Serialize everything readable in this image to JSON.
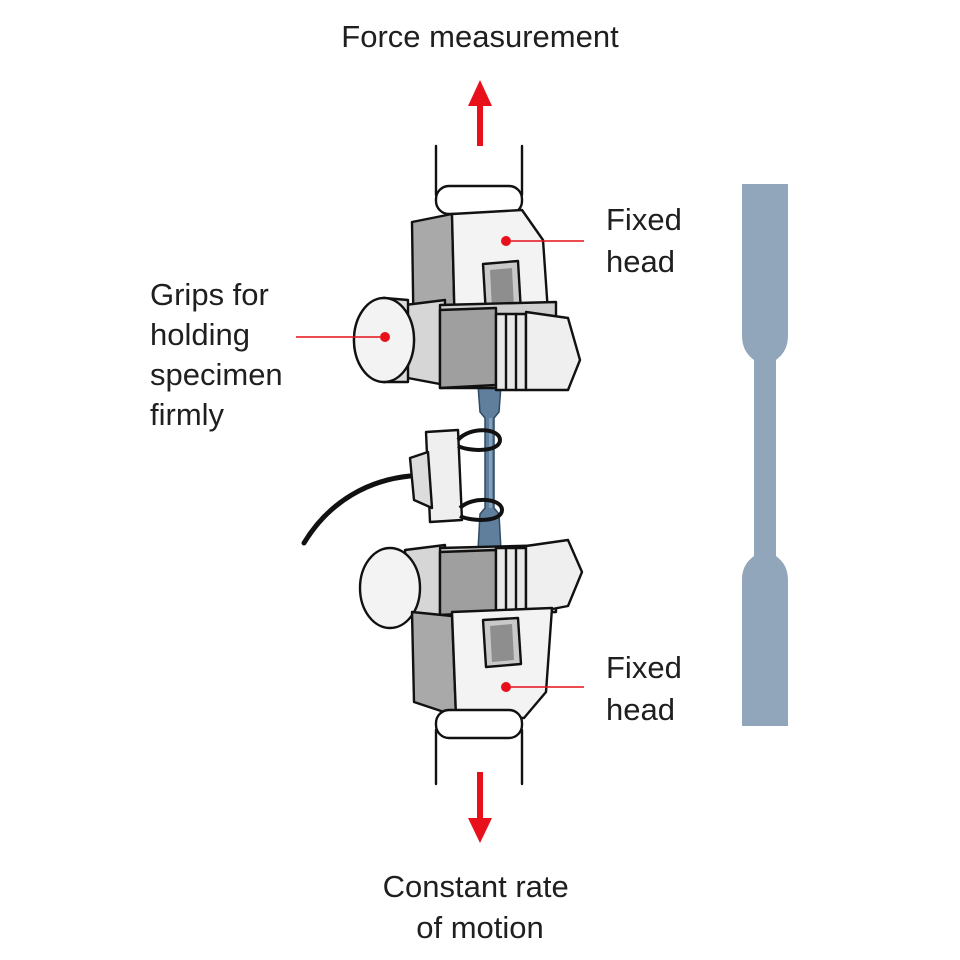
{
  "labels": {
    "force_measurement": "Force measurement",
    "fixed_head_top": [
      "Fixed",
      "head"
    ],
    "grips": [
      "Grips for",
      "holding",
      "specimen",
      "firmly"
    ],
    "fixed_head_bottom": [
      "Fixed",
      "head"
    ],
    "constant_rate": [
      "Constant rate",
      "of motion"
    ]
  },
  "colors": {
    "arrow": "#e8101a",
    "leader_line": "#e8101a",
    "grip_light": "#f2f2f2",
    "grip_mid": "#d8d8d8",
    "grip_dark": "#a9a9a9",
    "specimen": "#92a6bb",
    "specimen_in_machine": "#5f7f9c"
  }
}
